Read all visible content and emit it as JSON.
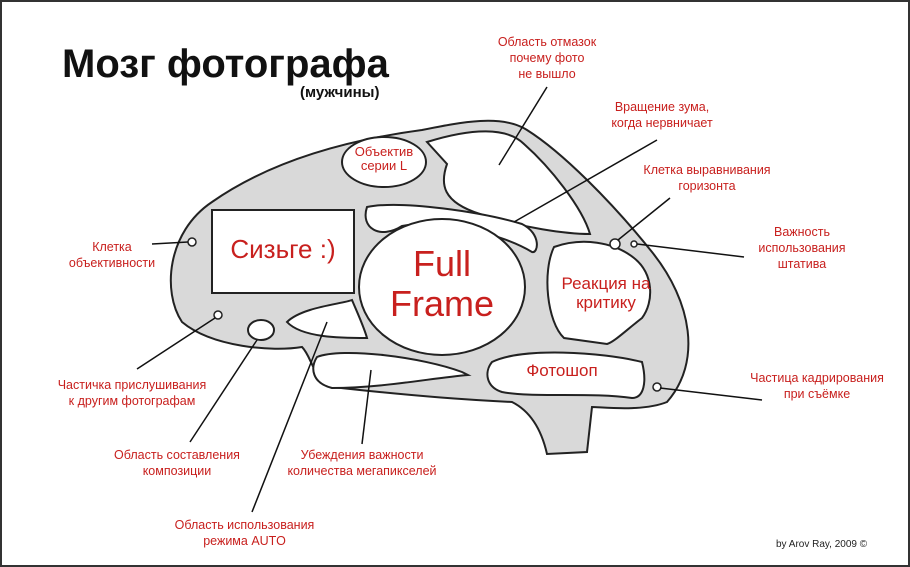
{
  "title": "Мозг фотографа",
  "subtitle": "(мужчины)",
  "credit": "by Arov Ray, 2009 ©",
  "colors": {
    "label": "#c8201e",
    "brain_fill": "#d9d9d9",
    "outline": "#222222"
  },
  "regions": {
    "lens": [
      "Объектив",
      "серии L"
    ],
    "sizge": "Сизьге :)",
    "full_frame": [
      "Full",
      "Frame"
    ],
    "critique": [
      "Реакция на",
      "критику"
    ],
    "photoshop": "Фотошоп"
  },
  "labels": {
    "excuses": [
      "Область отмазок",
      "почему фото",
      "не вышло"
    ],
    "zoom": [
      "Вращение зума,",
      "когда нервничает"
    ],
    "horizon": [
      "Клетка выравнивания",
      "горизонта"
    ],
    "tripod": [
      "Важность",
      "использования",
      "штатива"
    ],
    "objectivity": [
      "Клетка",
      "объективности"
    ],
    "listening": [
      "Частичка прислушивания",
      "к другим фотографам"
    ],
    "composition": [
      "Область составления",
      "композиции"
    ],
    "auto": [
      "Область использования",
      "режима AUTO"
    ],
    "megapixels": [
      "Убеждения важности",
      "количества мегапикселей"
    ],
    "framing": [
      "Частица кадрирования",
      "при съёмке"
    ]
  }
}
